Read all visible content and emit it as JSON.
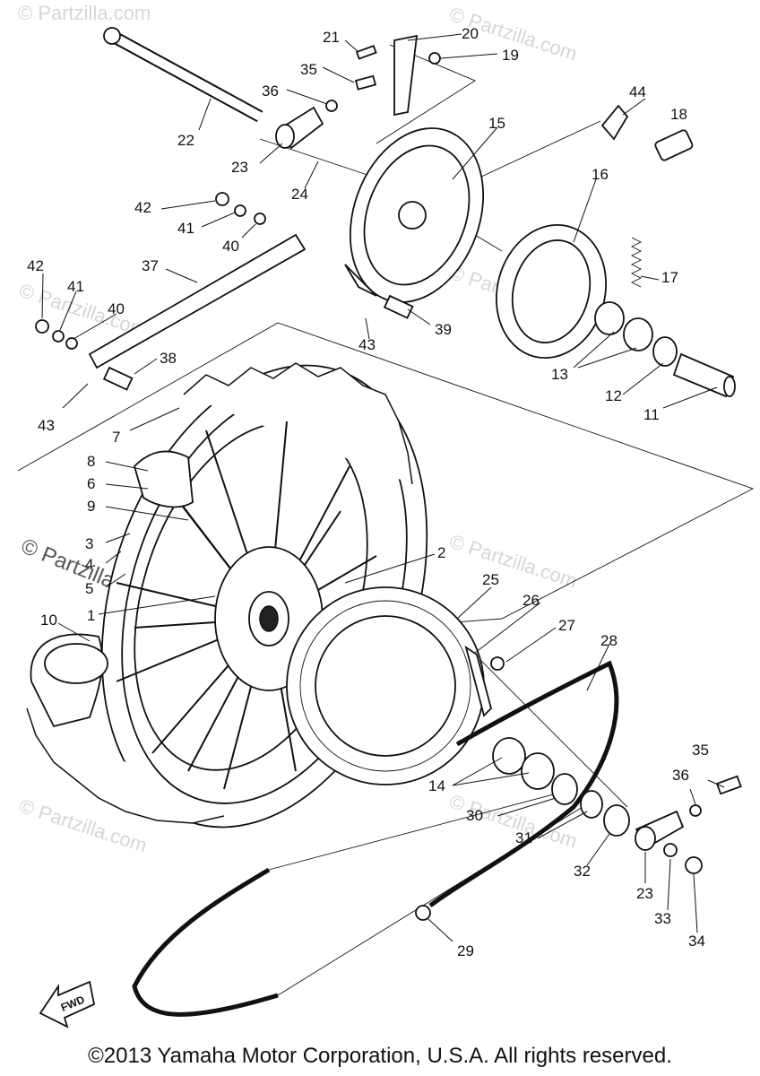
{
  "diagram": {
    "callouts": [
      {
        "id": "c1",
        "text": "1"
      },
      {
        "id": "c2",
        "text": "2"
      },
      {
        "id": "c3",
        "text": "3"
      },
      {
        "id": "c4",
        "text": "4"
      },
      {
        "id": "c5",
        "text": "5"
      },
      {
        "id": "c6",
        "text": "6"
      },
      {
        "id": "c7",
        "text": "7"
      },
      {
        "id": "c8",
        "text": "8"
      },
      {
        "id": "c9",
        "text": "9"
      },
      {
        "id": "c10",
        "text": "10"
      },
      {
        "id": "c11",
        "text": "11"
      },
      {
        "id": "c12",
        "text": "12"
      },
      {
        "id": "c13",
        "text": "13"
      },
      {
        "id": "c14",
        "text": "14"
      },
      {
        "id": "c15",
        "text": "15"
      },
      {
        "id": "c16",
        "text": "16"
      },
      {
        "id": "c17",
        "text": "17"
      },
      {
        "id": "c18",
        "text": "18"
      },
      {
        "id": "c19",
        "text": "19"
      },
      {
        "id": "c20",
        "text": "20"
      },
      {
        "id": "c21",
        "text": "21"
      },
      {
        "id": "c22",
        "text": "22"
      },
      {
        "id": "c23a",
        "text": "23"
      },
      {
        "id": "c23b",
        "text": "23"
      },
      {
        "id": "c24",
        "text": "24"
      },
      {
        "id": "c25",
        "text": "25"
      },
      {
        "id": "c26",
        "text": "26"
      },
      {
        "id": "c27",
        "text": "27"
      },
      {
        "id": "c28",
        "text": "28"
      },
      {
        "id": "c29",
        "text": "29"
      },
      {
        "id": "c30",
        "text": "30"
      },
      {
        "id": "c31",
        "text": "31"
      },
      {
        "id": "c32",
        "text": "32"
      },
      {
        "id": "c33",
        "text": "33"
      },
      {
        "id": "c34",
        "text": "34"
      },
      {
        "id": "c35a",
        "text": "35"
      },
      {
        "id": "c35b",
        "text": "35"
      },
      {
        "id": "c36a",
        "text": "36"
      },
      {
        "id": "c36b",
        "text": "36"
      },
      {
        "id": "c37",
        "text": "37"
      },
      {
        "id": "c38",
        "text": "38"
      },
      {
        "id": "c39",
        "text": "39"
      },
      {
        "id": "c40a",
        "text": "40"
      },
      {
        "id": "c40b",
        "text": "40"
      },
      {
        "id": "c41a",
        "text": "41"
      },
      {
        "id": "c41b",
        "text": "41"
      },
      {
        "id": "c42a",
        "text": "42"
      },
      {
        "id": "c42b",
        "text": "42"
      },
      {
        "id": "c43a",
        "text": "43"
      },
      {
        "id": "c43b",
        "text": "43"
      },
      {
        "id": "c44",
        "text": "44"
      }
    ],
    "fwd_label": "FWD",
    "watermark": "© Partzilla.com",
    "watermark_main": "© Partzilla.com"
  },
  "copyright": "©2013 Yamaha Motor Corporation, U.S.A. All rights reserved."
}
